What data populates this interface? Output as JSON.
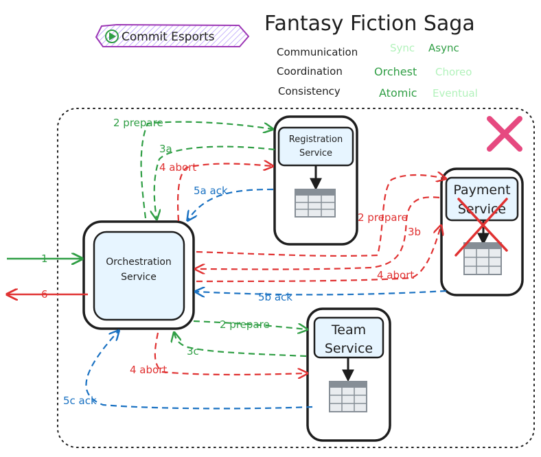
{
  "title": "Fantasy Fiction Saga",
  "logo": {
    "text": "Commit Esports",
    "icon": "play-triangle-icon"
  },
  "legend": {
    "rows": [
      {
        "label": "Communication",
        "options": [
          {
            "text": "Sync",
            "active": false
          },
          {
            "text": "Async",
            "active": true
          }
        ]
      },
      {
        "label": "Coordination",
        "options": [
          {
            "text": "Orchest",
            "active": true
          },
          {
            "text": "Choreo",
            "active": false
          }
        ]
      },
      {
        "label": "Consistency",
        "options": [
          {
            "text": "Atomic",
            "active": true
          },
          {
            "text": "Eventual",
            "active": false
          }
        ]
      }
    ]
  },
  "status_icon": "red-x-icon",
  "services": {
    "orchestration": {
      "line1": "Orchestration",
      "line2": "Service"
    },
    "registration": {
      "line1": "Registration",
      "line2": "Service"
    },
    "payment": {
      "line1": "Payment",
      "line2": "Service",
      "failed": true
    },
    "team": {
      "line1": "Team",
      "line2": "Service"
    }
  },
  "labels": {
    "in_1": "1",
    "out_6": "6",
    "reg_prepare": "2 prepare",
    "reg_3a": "3a",
    "reg_abort": "4 abort",
    "reg_ack": "5a ack",
    "pay_prepare": "2 prepare",
    "pay_3b": "3b",
    "pay_abort": "4 abort",
    "pay_ack": "5b ack",
    "team_prepare": "2 prepare",
    "team_3c": "3c",
    "team_abort": "4 abort",
    "team_ack": "5c ack"
  },
  "colors": {
    "green": "#2f9e44",
    "red": "#e03131",
    "blue": "#1971c2",
    "faded_green": "#b2f2bb",
    "service_fill": "#e7f5ff",
    "outline": "#1e1e1e",
    "table_fill": "#e9ecef",
    "x_pink": "#e64980",
    "logo_fill": "#d0bfff",
    "logo_stroke": "#9c36b5"
  }
}
